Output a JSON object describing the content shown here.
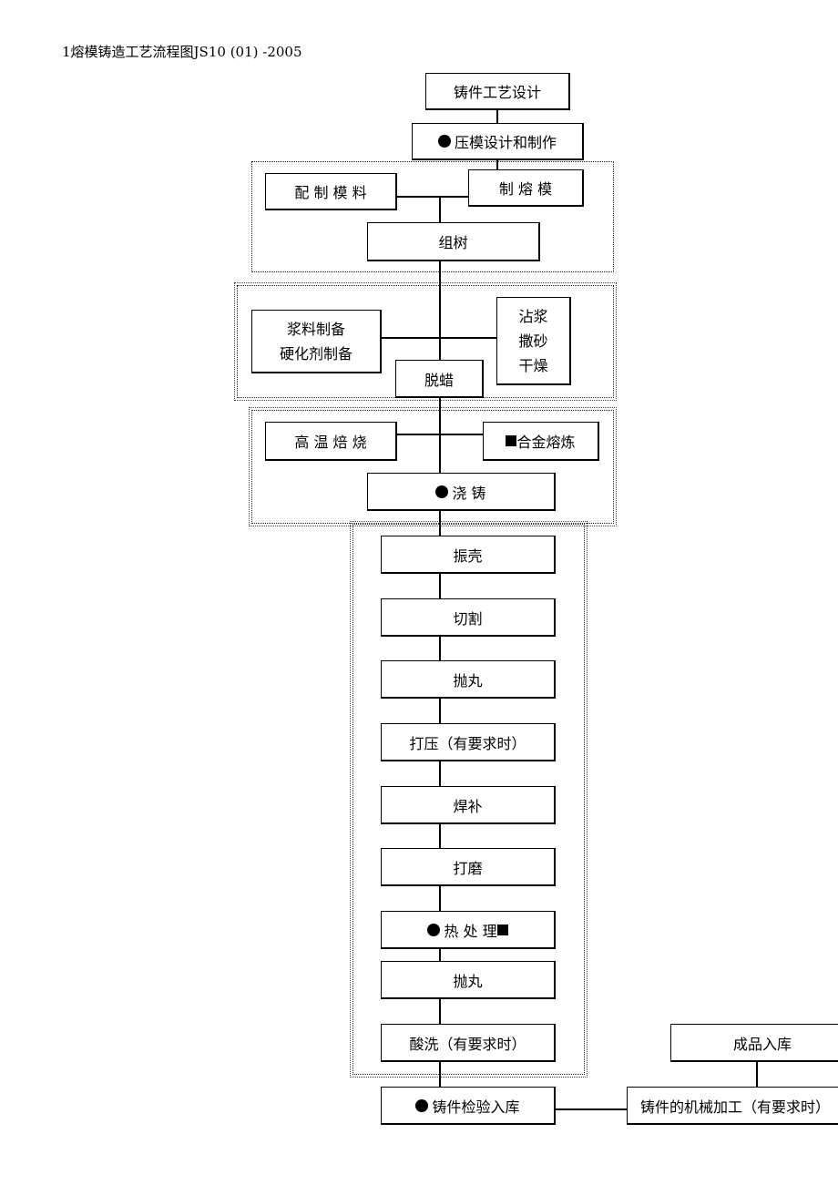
{
  "doc_title": "1熔模铸造工艺流程图JS10 (01) -2005",
  "steps": {
    "design": "铸件工艺设计",
    "die": "压模设计和制作",
    "mold_material": "配 制 模 料",
    "make_pattern": "制 熔 模",
    "assembly": "组树",
    "slurry": "浆料制备\n 硬化剂制备",
    "coating": "沾浆\n 撒砂\n干燥",
    "dewax": "脱蜡",
    "roast": "高 温 焙 烧",
    "melt": "合金熔炼",
    "pour": " 浇 铸",
    "shakeout": "振壳",
    "cut": "切割",
    "shot1": "抛丸",
    "press": "打压（有要求时）",
    "weld": "焊补",
    "grind": "打磨",
    "heat_treat": " 热 处 理",
    "shot2": "抛丸",
    "pickle": "酸洗（有要求时）",
    "inspect": "铸件检验入库",
    "machining": "铸件的机械加工（有要求时）",
    "storage": "成品入库"
  },
  "markers": {
    "circle": "critical-process-circle",
    "square": "special-process-square"
  }
}
